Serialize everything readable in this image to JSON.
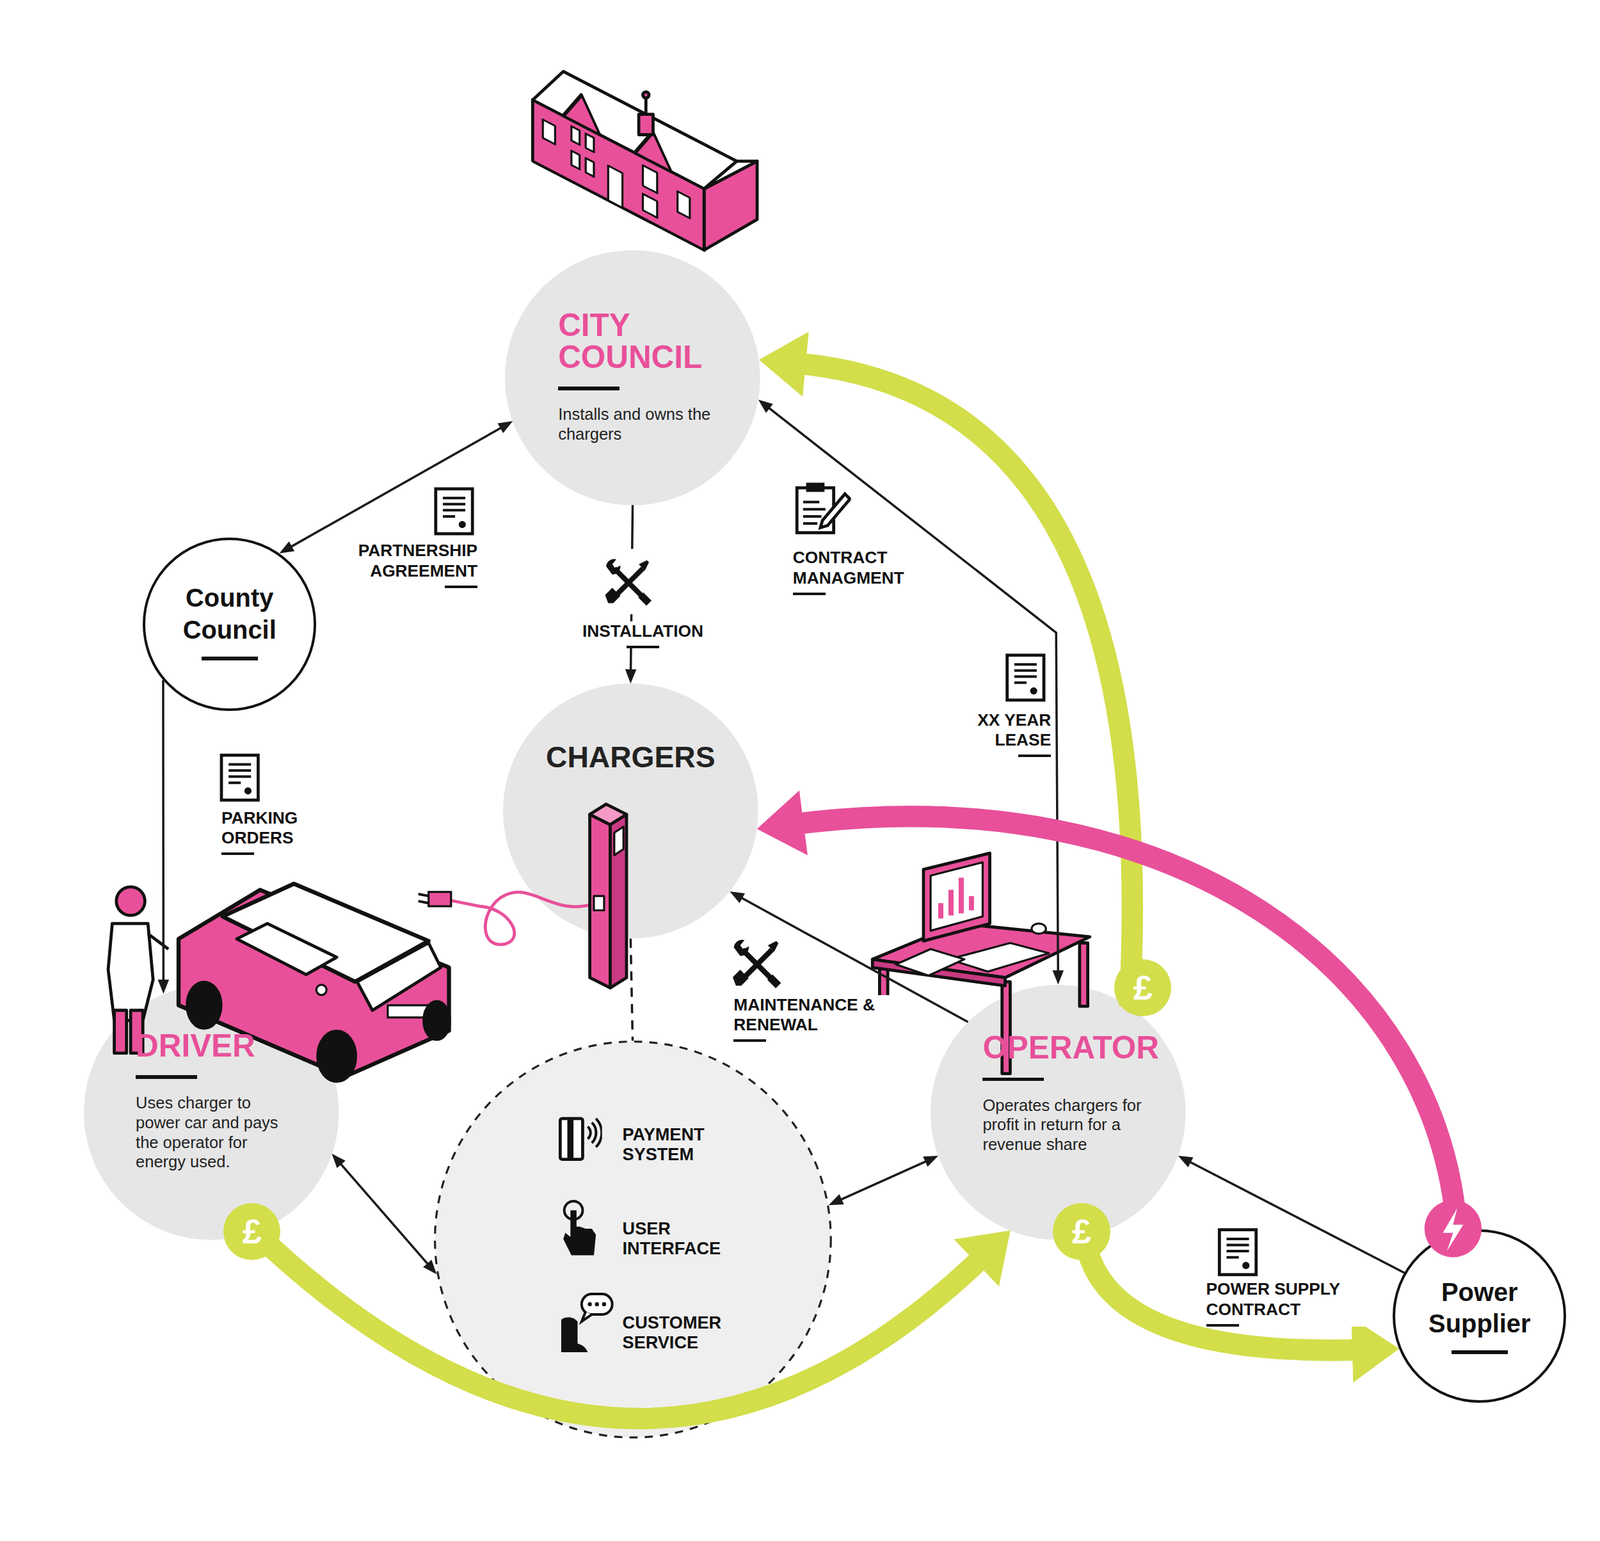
{
  "diagram": {
    "nodes": [
      {
        "text": [
          "CITY COUNCIL",
          "Installs and owns the chargers"
        ]
      },
      {
        "text": [
          "County Council"
        ]
      },
      {
        "text": [
          "CHARGERS"
        ]
      },
      {
        "text": [
          "DRIVER",
          "Uses charger to power car and pays the operator for energy used."
        ]
      },
      {
        "text": [
          "PAYMENT SYSTEM",
          "USER INTERFACE",
          "CUSTOMER SERVICE"
        ]
      },
      {
        "text": [
          "OPERATOR",
          "Operates chargers for profit in return for a revenue share"
        ]
      },
      {
        "text": [
          "Power Supplier"
        ]
      }
    ],
    "edges": [
      {
        "from": 0,
        "to": 1,
        "arrow": "both",
        "label": "PARTNERSHIP AGREEMENT"
      },
      {
        "from": 0,
        "to": 2,
        "arrow": "to",
        "label": "INSTALLATION"
      },
      {
        "from": 0,
        "to": 5,
        "arrow": "both",
        "label": "CONTRACT MANAGMENT"
      },
      {
        "from": 1,
        "to": 3,
        "arrow": "to",
        "label": "PARKING ORDERS"
      },
      {
        "from": 5,
        "to": 2,
        "arrow": "to",
        "label": "MAINTENANCE & RENEWAL"
      },
      {
        "from": 3,
        "to": 4,
        "arrow": "both"
      },
      {
        "from": 4,
        "to": 5,
        "arrow": "both"
      },
      {
        "from": 6,
        "to": 5,
        "arrow": "to",
        "label": "POWER SUPPLY CONTRACT"
      },
      {
        "from": 2,
        "to": 4,
        "arrow": "none"
      },
      {
        "from": 3,
        "to": 5,
        "arrow": "to"
      },
      {
        "from": 5,
        "to": 0,
        "arrow": "to"
      },
      {
        "from": 5,
        "to": 6,
        "arrow": "to"
      },
      {
        "from": 6,
        "to": 2,
        "arrow": "to"
      }
    ],
    "labels": [
      "XX YEAR LEASE",
      "£",
      "£",
      "£"
    ]
  }
}
